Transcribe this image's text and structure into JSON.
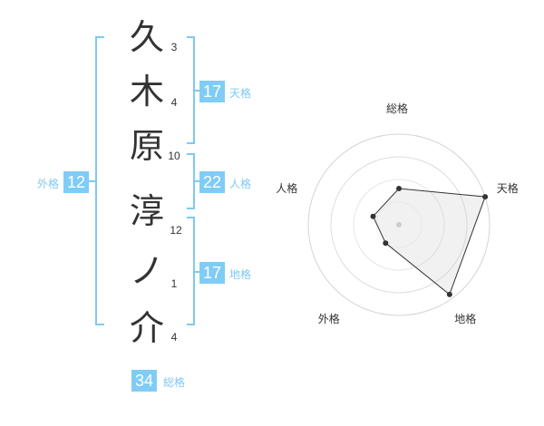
{
  "name": {
    "chars": [
      "久",
      "木",
      "原",
      "淳",
      "ノ",
      "介"
    ],
    "strokes": [
      "3",
      "4",
      "10",
      "12",
      "1",
      "4"
    ]
  },
  "fortune": {
    "tenkaku": {
      "value": "17",
      "label": "天格"
    },
    "jinkaku": {
      "value": "22",
      "label": "人格"
    },
    "chikaku": {
      "value": "17",
      "label": "地格"
    },
    "gaikaku": {
      "value": "12",
      "label": "外格"
    },
    "soukaku": {
      "value": "34",
      "label": "総格"
    }
  },
  "radar": {
    "axes": [
      "総格",
      "天格",
      "地格",
      "外格",
      "人格"
    ],
    "values": [
      0.4,
      1.0,
      0.95,
      0.25,
      0.3
    ],
    "rings": 4
  },
  "colors": {
    "accent": "#7fccf6",
    "label": "#7fc9f2",
    "text": "#333333"
  }
}
